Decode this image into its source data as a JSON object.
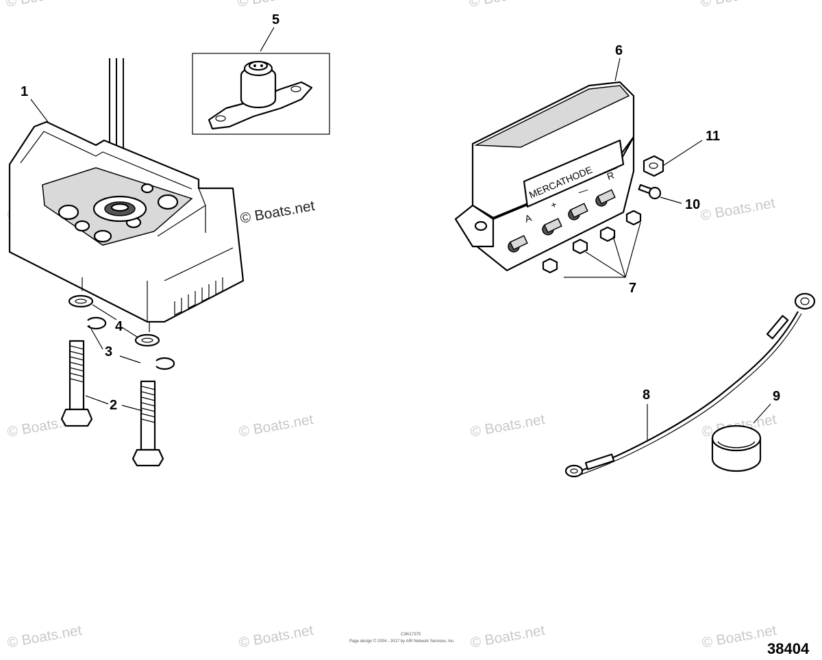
{
  "callouts": {
    "c1": "1",
    "c2": "2",
    "c3": "3",
    "c4": "4",
    "c5": "5",
    "c6": "6",
    "c7": "7",
    "c8": "8",
    "c9": "9",
    "c10": "10",
    "c11": "11"
  },
  "watermark": "© Boats.net",
  "module_label": "MERCATHODE",
  "terminals": {
    "a": "A",
    "plus": "+",
    "minus": "—",
    "r": "R"
  },
  "footer_line1": "C36/17375",
  "footer_line2": "Page design © 2004 - 2017 by ARI Network Services, Inc.",
  "diagram_number": "38404"
}
